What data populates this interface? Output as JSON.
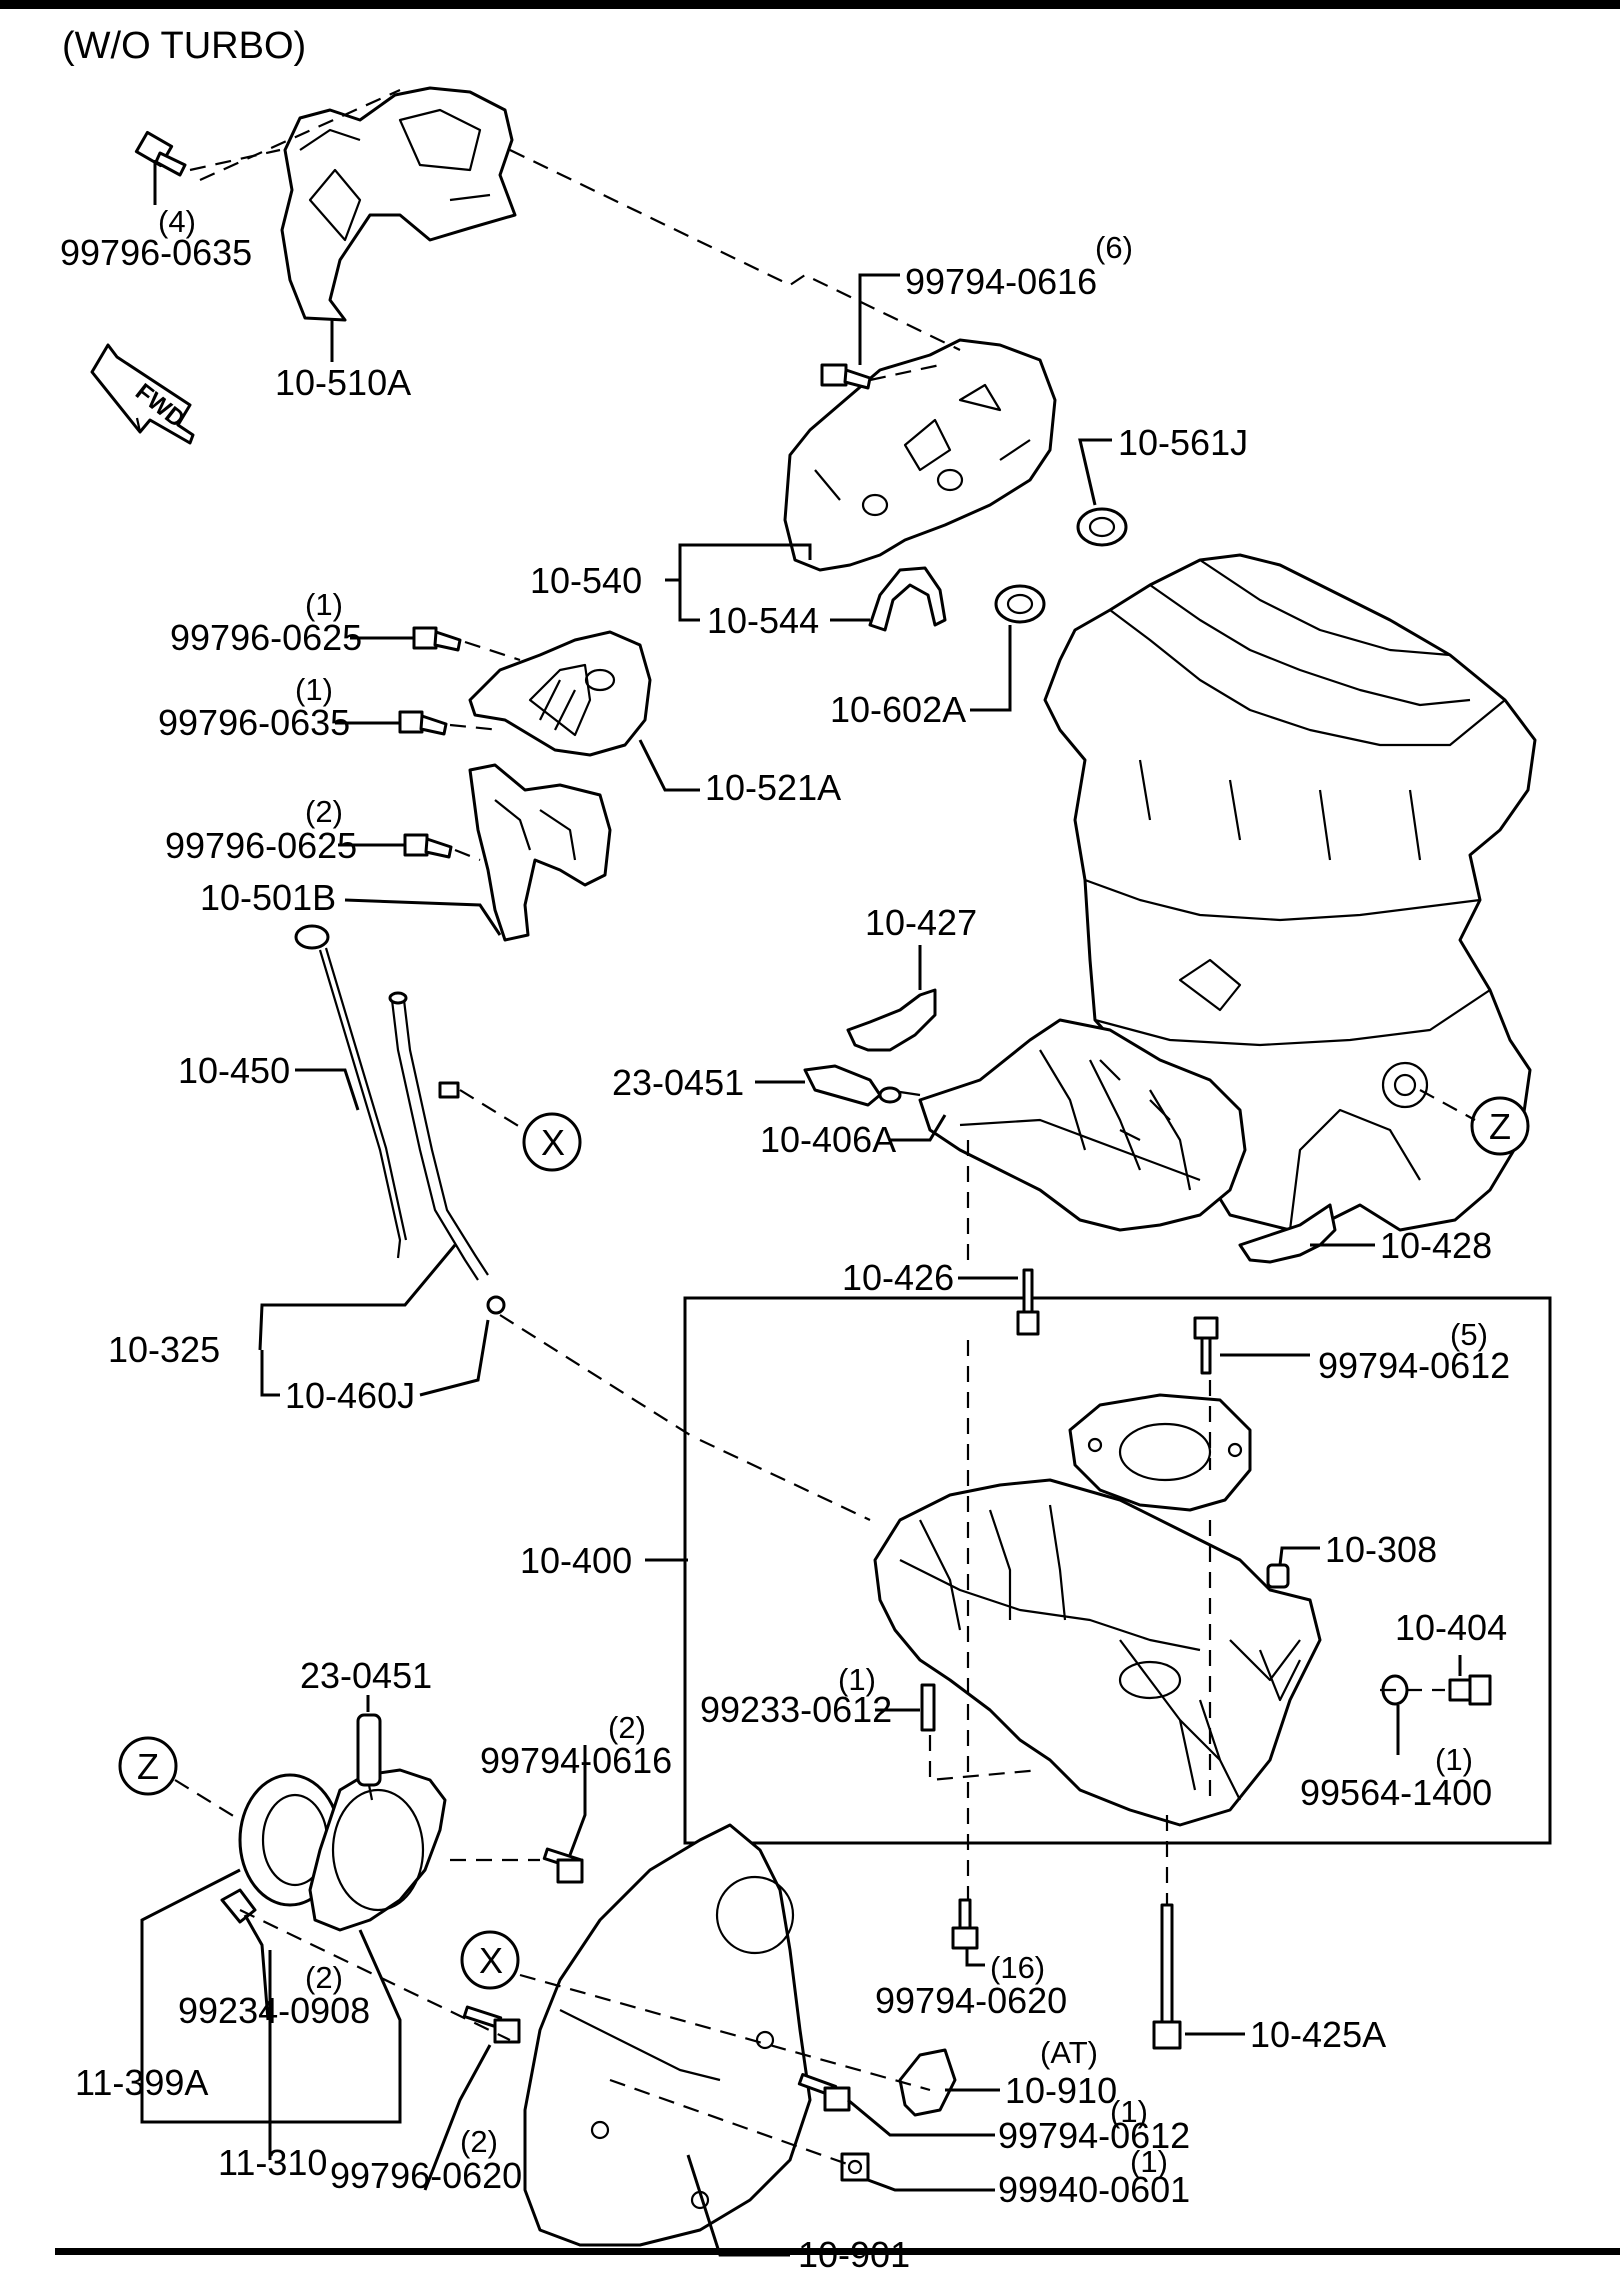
{
  "header": {
    "title": "(W/O TURBO)",
    "fwd_label": "FWD"
  },
  "callouts": {
    "x_top": "X",
    "x_bottom": "X",
    "z_top": "Z",
    "z_bottom": "Z"
  },
  "labels": {
    "p_99796_0635_a": {
      "code": "99796-0635",
      "qty": "(4)"
    },
    "p_10_510a": {
      "code": "10-510A"
    },
    "p_99794_0616_a": {
      "code": "99794-0616",
      "qty": "(6)"
    },
    "p_10_561j": {
      "code": "10-561J"
    },
    "p_10_540": {
      "code": "10-540"
    },
    "p_10_544": {
      "code": "10-544"
    },
    "p_10_602a": {
      "code": "10-602A"
    },
    "p_99796_0625_a": {
      "code": "99796-0625",
      "qty": "(1)"
    },
    "p_99796_0635_b": {
      "code": "99796-0635",
      "qty": "(1)"
    },
    "p_10_521a": {
      "code": "10-521A"
    },
    "p_99796_0625_b": {
      "code": "99796-0625",
      "qty": "(2)"
    },
    "p_10_501b": {
      "code": "10-501B"
    },
    "p_10_427": {
      "code": "10-427"
    },
    "p_10_450": {
      "code": "10-450"
    },
    "p_23_0451_a": {
      "code": "23-0451"
    },
    "p_10_406a": {
      "code": "10-406A"
    },
    "p_10_428": {
      "code": "10-428"
    },
    "p_10_426": {
      "code": "10-426"
    },
    "p_10_325": {
      "code": "10-325"
    },
    "p_10_460j": {
      "code": "10-460J"
    },
    "p_99794_0612_a": {
      "code": "99794-0612",
      "qty": "(5)"
    },
    "p_10_308": {
      "code": "10-308"
    },
    "p_10_400": {
      "code": "10-400"
    },
    "p_10_404": {
      "code": "10-404"
    },
    "p_99233_0612": {
      "code": "99233-0612",
      "qty": "(1)"
    },
    "p_99564_1400": {
      "code": "99564-1400",
      "qty": "(1)"
    },
    "p_23_0451_b": {
      "code": "23-0451"
    },
    "p_99794_0616_b": {
      "code": "99794-0616",
      "qty": "(2)"
    },
    "p_99794_0620": {
      "code": "99794-0620",
      "qty": "(16)"
    },
    "p_10_425a": {
      "code": "10-425A"
    },
    "p_99234_0908": {
      "code": "99234-0908",
      "qty": "(2)"
    },
    "p_10_910": {
      "code": "10-910",
      "qty": "(AT)"
    },
    "p_11_399a": {
      "code": "11-399A"
    },
    "p_99794_0612_b": {
      "code": "99794-0612",
      "qty": "(1)"
    },
    "p_11_310": {
      "code": "11-310"
    },
    "p_99796_0620": {
      "code": "99796-0620",
      "qty": "(2)"
    },
    "p_99940_0601": {
      "code": "99940-0601",
      "qty": "(1)"
    },
    "p_10_901": {
      "code": "10-901"
    }
  }
}
